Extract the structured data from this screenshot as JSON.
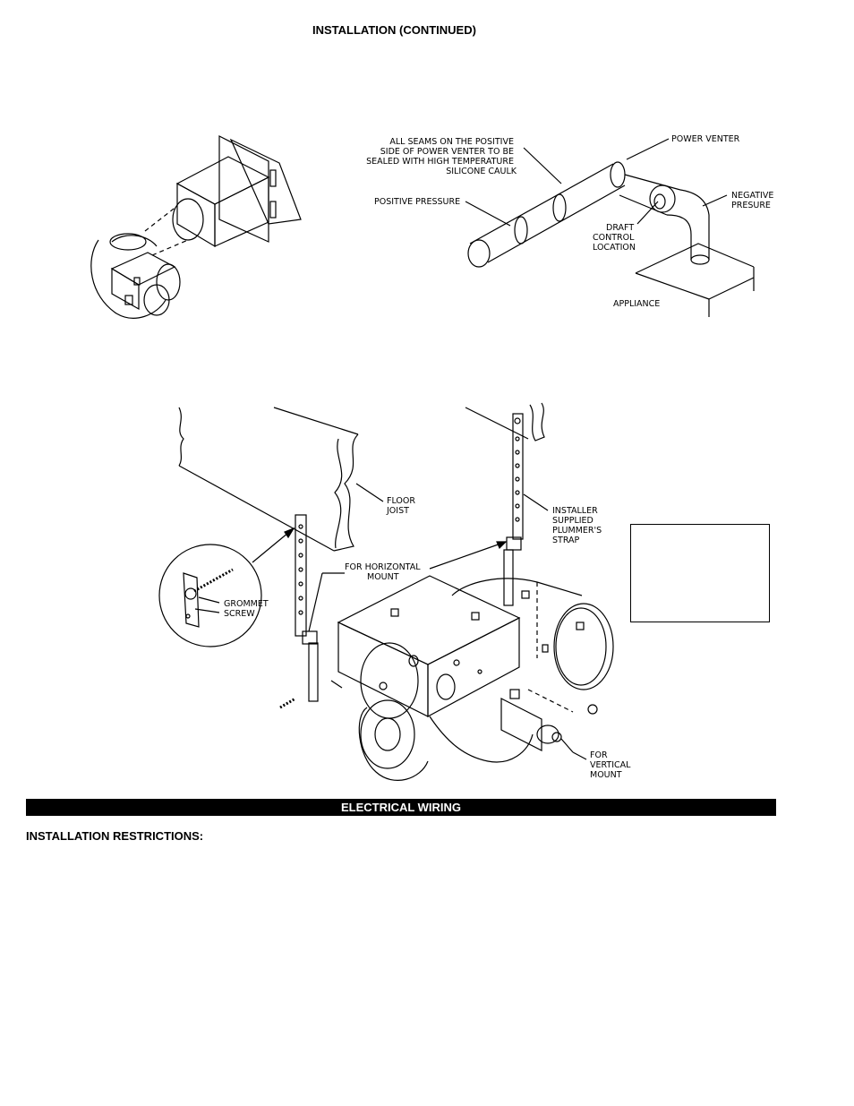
{
  "page": {
    "heading": "INSTALLATION (CONTINUED)"
  },
  "figure_top": {
    "seams_note": [
      "ALL SEAMS ON THE POSITIVE",
      "SIDE OF POWER VENTER TO BE",
      "SEALED WITH HIGH TEMPERATURE",
      "SILICONE CAULK"
    ],
    "positive_pressure": "POSITIVE PRESSURE",
    "power_venter": "POWER VENTER",
    "negative_pressure": [
      "NEGATIVE",
      "PRESURE"
    ],
    "draft_control": [
      "DRAFT",
      "CONTROL",
      "LOCATION"
    ],
    "appliance": "APPLIANCE"
  },
  "figure_bottom": {
    "floor_joist": [
      "FLOOR",
      "JOIST"
    ],
    "installer_strap": [
      "INSTALLER",
      "SUPPLIED",
      "PLUMMER'S",
      "STRAP"
    ],
    "horizontal_mount": [
      "FOR HORIZONTAL",
      "MOUNT"
    ],
    "grommet": "GROMMET",
    "screw": "SCREW",
    "vertical_mount": [
      "FOR",
      "VERTICAL",
      "MOUNT"
    ]
  },
  "sections": {
    "electrical_wiring": "ELECTRICAL WIRING",
    "installation_restrictions": "INSTALLATION RESTRICTIONS:"
  }
}
